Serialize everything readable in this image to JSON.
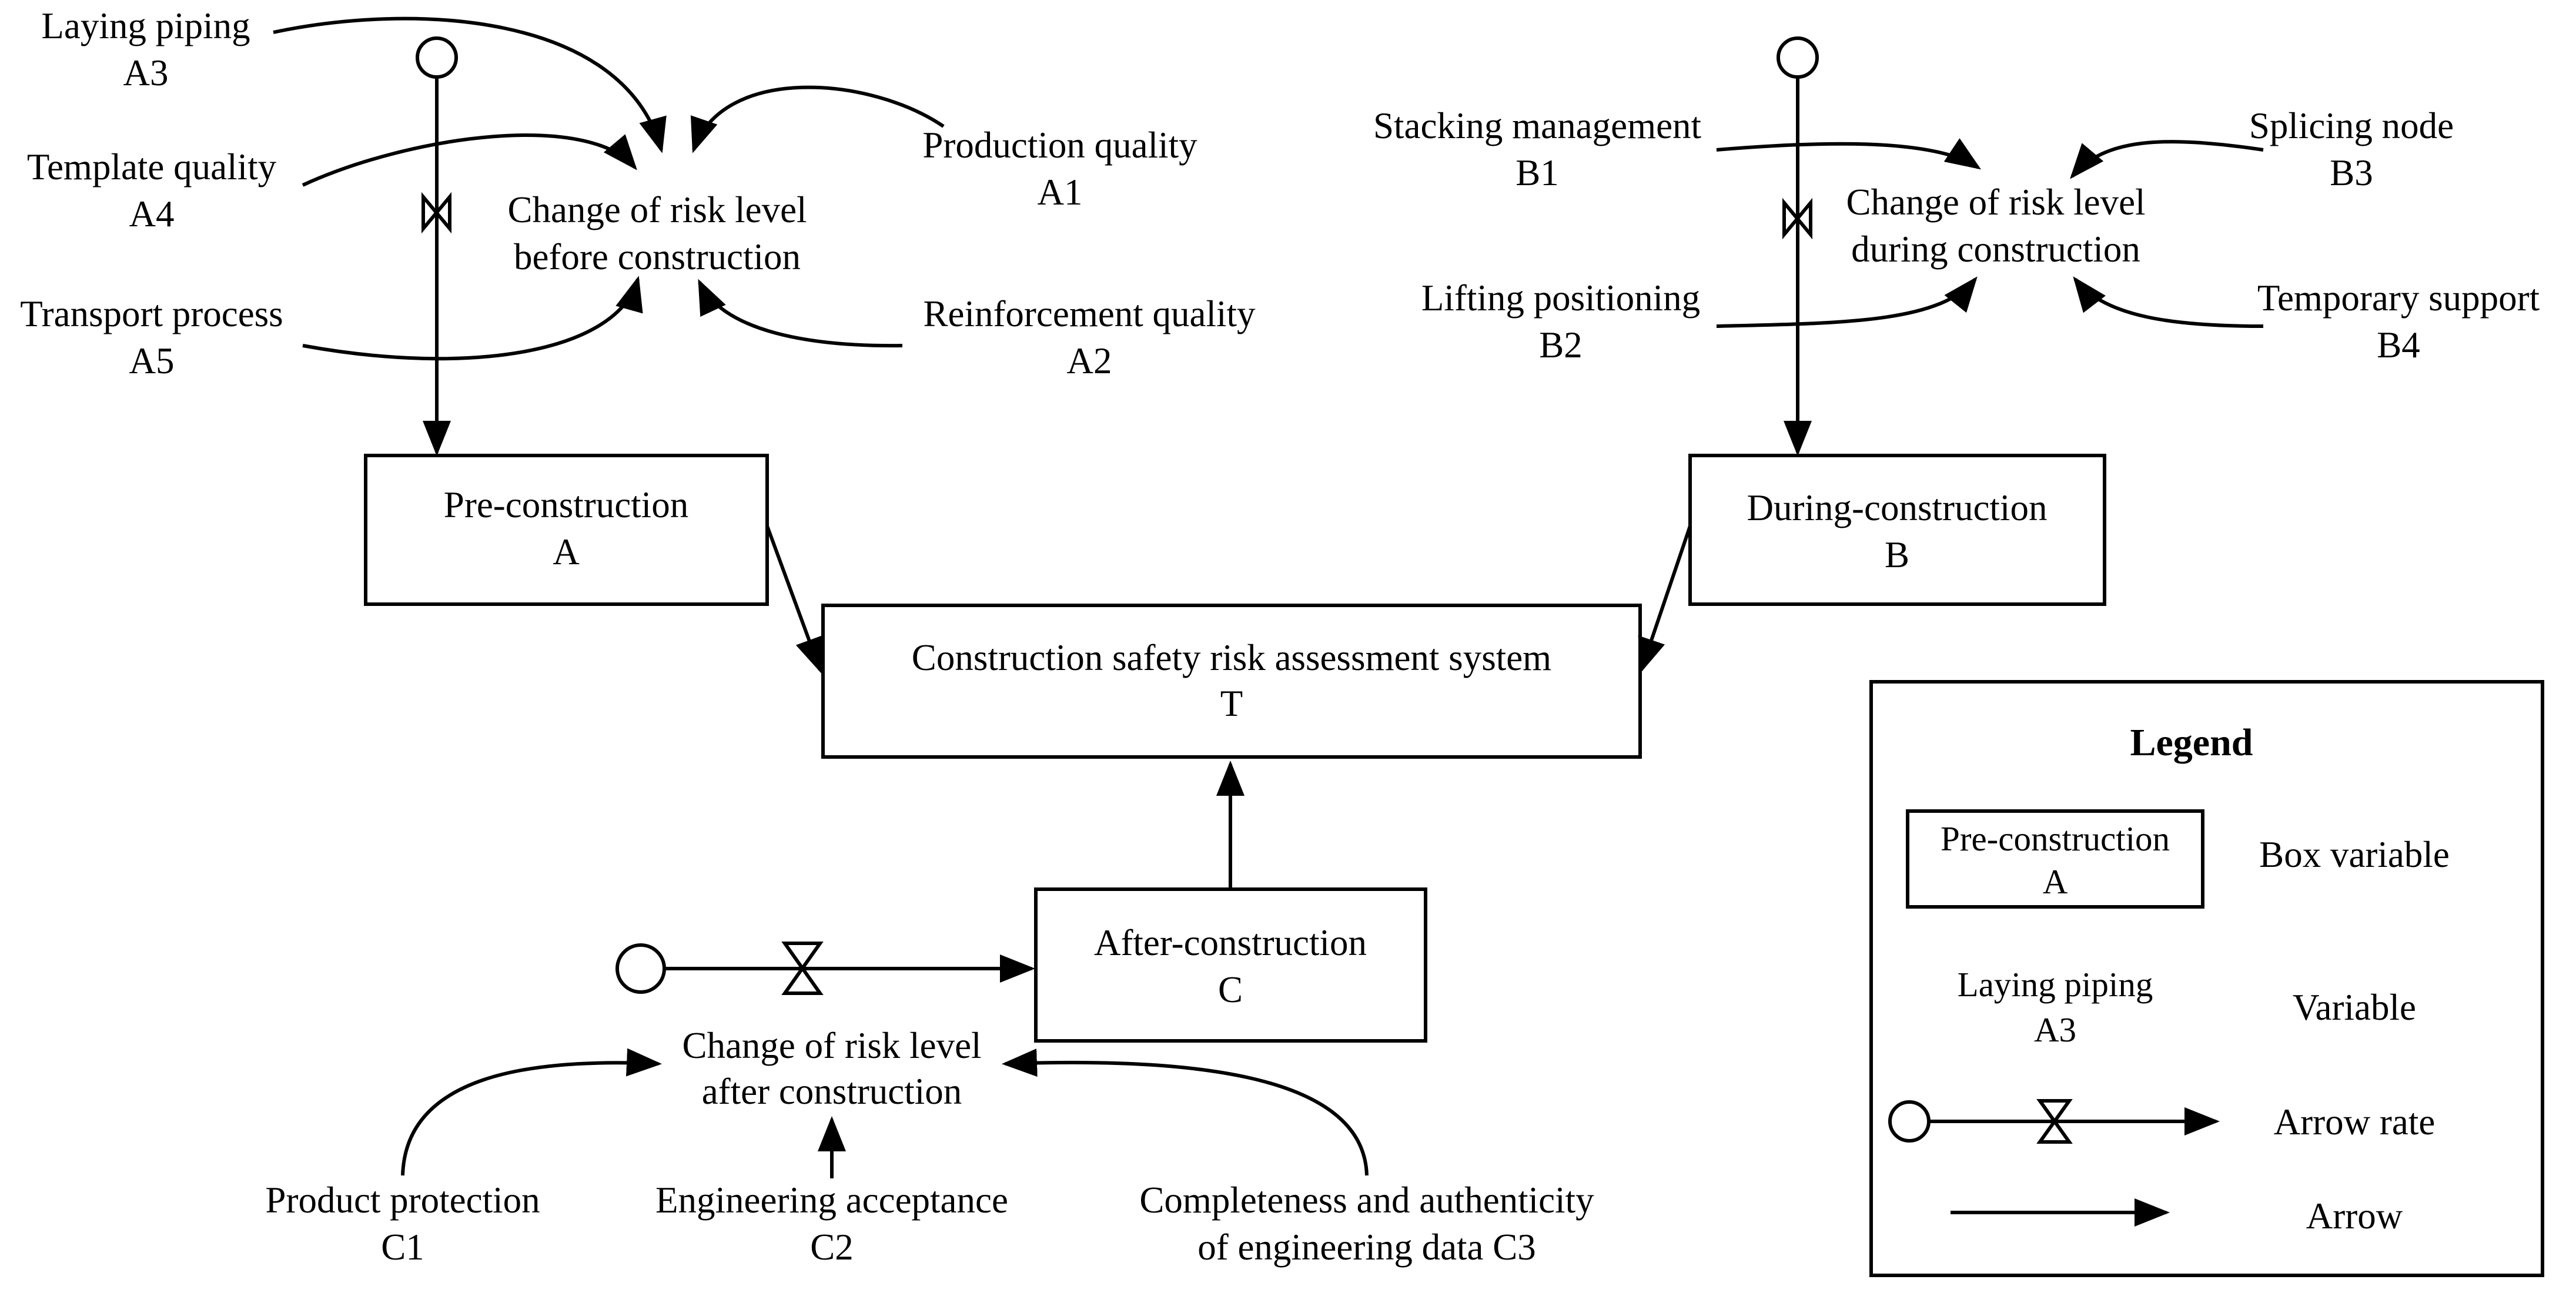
{
  "diagram": {
    "pre_box": {
      "name": "Pre-construction",
      "code": "A"
    },
    "during_box": {
      "name": "During-construction",
      "code": "B"
    },
    "after_box": {
      "name": "After-construction",
      "code": "C"
    },
    "system_box": {
      "name": "Construction safety risk assessment system",
      "code": "T"
    },
    "rate_before": {
      "line1": "Change of risk level",
      "line2": "before construction"
    },
    "rate_during": {
      "line1": "Change of risk level",
      "line2": "during construction"
    },
    "rate_after": {
      "line1": "Change of risk level",
      "line2": "after construction"
    },
    "factors_a": {
      "a3": {
        "name": "Laying piping",
        "code": "A3"
      },
      "a4": {
        "name": "Template quality",
        "code": "A4"
      },
      "a5": {
        "name": "Transport process",
        "code": "A5"
      },
      "a1": {
        "name": "Production quality",
        "code": "A1"
      },
      "a2": {
        "name": "Reinforcement quality",
        "code": "A2"
      }
    },
    "factors_b": {
      "b1": {
        "name": "Stacking management",
        "code": "B1"
      },
      "b2": {
        "name": "Lifting positioning",
        "code": "B2"
      },
      "b3": {
        "name": "Splicing node",
        "code": "B3"
      },
      "b4": {
        "name": "Temporary support",
        "code": "B4"
      }
    },
    "factors_c": {
      "c1": {
        "name": "Product protection",
        "code": "C1"
      },
      "c2": {
        "name": "Engineering acceptance",
        "code": "C2"
      },
      "c3": {
        "line1": "Completeness and authenticity",
        "line2": "of engineering data C3"
      }
    }
  },
  "legend": {
    "title": "Legend",
    "box_sample": {
      "name": "Pre-construction",
      "code": "A"
    },
    "box_label": "Box variable",
    "var_sample": {
      "name": "Laying piping",
      "code": "A3"
    },
    "var_label": "Variable",
    "rate_label": "Arrow rate",
    "arrow_label": "Arrow"
  }
}
